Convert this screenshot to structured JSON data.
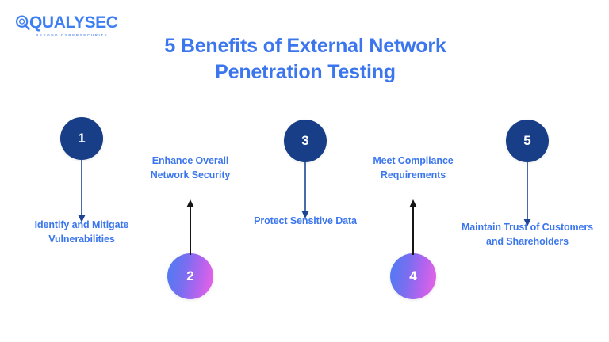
{
  "brand": {
    "name": "QUALYSEC",
    "tagline": "BEYOND CYBERSECURITY",
    "logo_icon": "magnifier-q-icon",
    "color": "#3d7ef5"
  },
  "title": {
    "line1": "5 Benefits of External Network",
    "line2": "Penetration Testing",
    "color": "#3b76ee"
  },
  "colors": {
    "background": "#ffffff",
    "navy": "#173e86",
    "label_blue": "#3b76ee",
    "gradient_start": "#4b7cf2",
    "gradient_end": "#ee63e4",
    "arrow_navy": "#1d4594",
    "arrow_black": "#151515"
  },
  "steps": [
    {
      "number": "1",
      "label_line1": "Identify and Mitigate",
      "label_line2": "Vulnerabilities",
      "circle_style": "navy",
      "arrow_direction": "down",
      "arrow_color": "#1d4594"
    },
    {
      "number": "2",
      "label_line1": "Enhance Overall",
      "label_line2": "Network Security",
      "circle_style": "gradient",
      "arrow_direction": "up",
      "arrow_color": "#151515"
    },
    {
      "number": "3",
      "label_line1": "Protect Sensitive Data",
      "label_line2": "",
      "circle_style": "navy",
      "arrow_direction": "down",
      "arrow_color": "#1d4594"
    },
    {
      "number": "4",
      "label_line1": "Meet Compliance",
      "label_line2": "Requirements",
      "circle_style": "gradient",
      "arrow_direction": "up",
      "arrow_color": "#151515"
    },
    {
      "number": "5",
      "label_line1": "Maintain Trust of Customers",
      "label_line2": "and Shareholders",
      "circle_style": "navy",
      "arrow_direction": "down",
      "arrow_color": "#1d4594"
    }
  ]
}
